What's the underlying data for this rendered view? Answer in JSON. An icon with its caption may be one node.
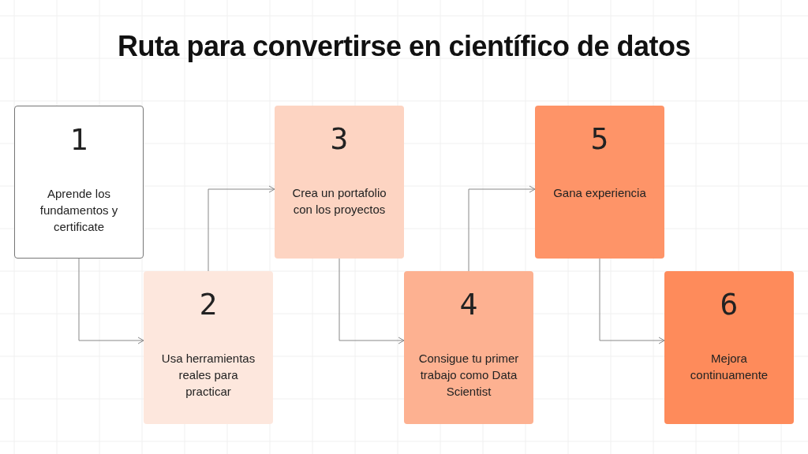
{
  "diagram": {
    "title": "Ruta para convertirse en científico de datos",
    "nodes": [
      {
        "text": [
          "1",
          "Aprende los fundamentos y certificate"
        ]
      },
      {
        "text": [
          "2",
          "Usa herramientas reales para practicar"
        ]
      },
      {
        "text": [
          "3",
          "Crea un portafolio con los proyectos"
        ]
      },
      {
        "text": [
          "4",
          "Consigue tu primer trabajo como Data Scientist"
        ]
      },
      {
        "text": [
          "5",
          "Gana experiencia"
        ]
      },
      {
        "text": [
          "6",
          "Mejora continuamente"
        ]
      }
    ],
    "edges": [
      {
        "from": 0,
        "to": 1,
        "arrow": "to"
      },
      {
        "from": 1,
        "to": 2,
        "arrow": "to"
      },
      {
        "from": 2,
        "to": 3,
        "arrow": "to"
      },
      {
        "from": 3,
        "to": 4,
        "arrow": "to"
      },
      {
        "from": 4,
        "to": 5,
        "arrow": "to"
      }
    ]
  }
}
